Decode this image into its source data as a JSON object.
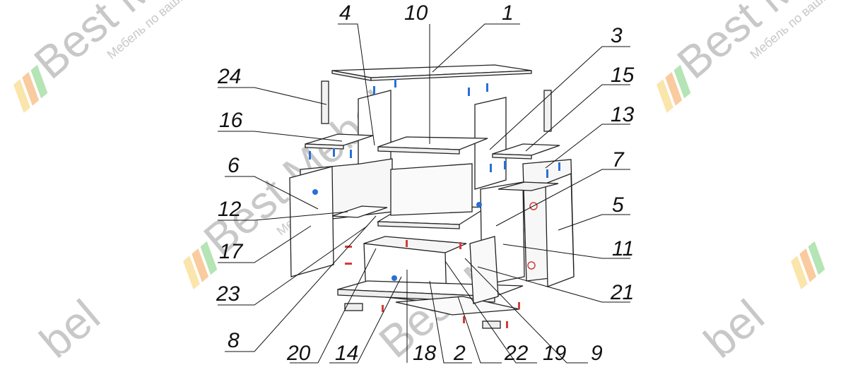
{
  "diagram": {
    "labels": [
      "1",
      "2",
      "3",
      "4",
      "5",
      "6",
      "7",
      "8",
      "9",
      "10",
      "11",
      "12",
      "13",
      "14",
      "15",
      "16",
      "17",
      "18",
      "19",
      "20",
      "21",
      "22",
      "23",
      "24"
    ]
  },
  "watermark": {
    "brand": "Best Mebel",
    "tagline": "Мебель по вашим идеям",
    "colors": [
      "#f5c542",
      "#f28c28",
      "#5cc35c"
    ]
  },
  "colors": {
    "line": "#111111",
    "part_outline": "#222222",
    "screw_blue": "#2a6fd6",
    "screw_red": "#d83a3a"
  }
}
